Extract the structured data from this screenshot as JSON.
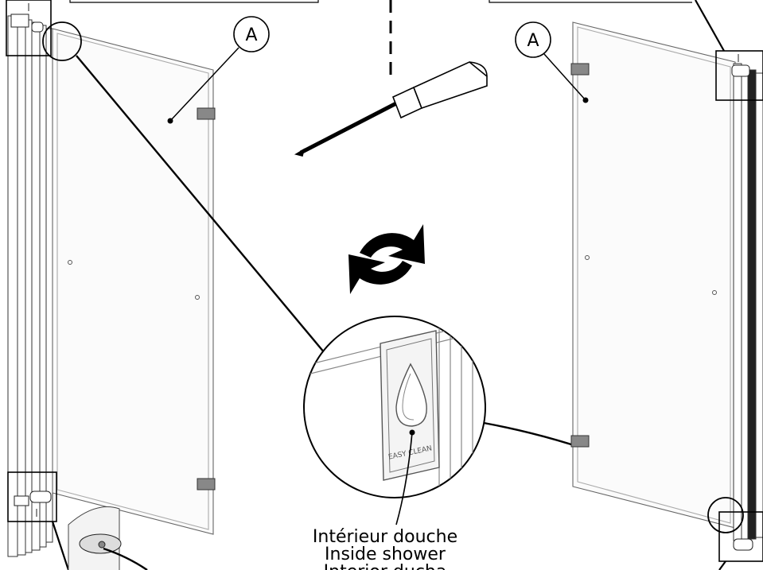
{
  "panel_labels": {
    "left": "A",
    "right": "A"
  },
  "badge": {
    "text": "EASY CLEAN"
  },
  "captions": {
    "line1": "Intérieur douche",
    "line2": "Inside shower",
    "line3": "Interior ducha"
  },
  "icons": {
    "tool": "screwdriver-icon",
    "rotate": "rotate-arrows-icon",
    "water": "water-drop-icon"
  }
}
